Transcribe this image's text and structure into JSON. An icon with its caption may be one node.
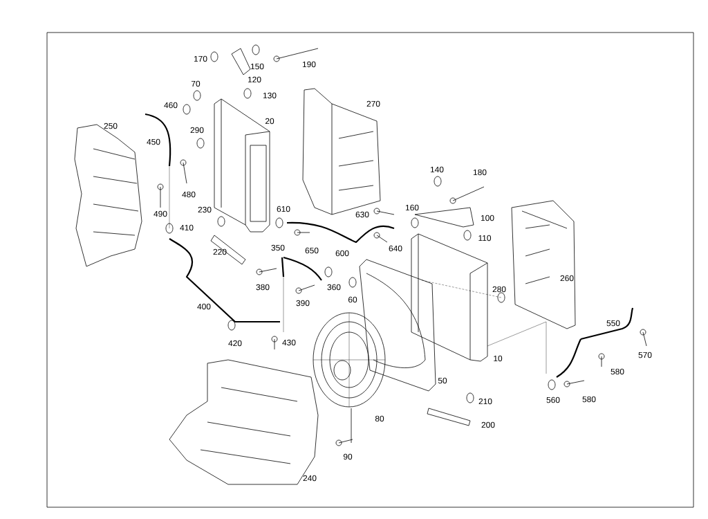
{
  "diagram": {
    "labels": [
      "170",
      "150",
      "190",
      "120",
      "70",
      "130",
      "460",
      "270",
      "20",
      "250",
      "290",
      "450",
      "140",
      "180",
      "480",
      "230",
      "610",
      "630",
      "160",
      "100",
      "490",
      "410",
      "110",
      "650",
      "600",
      "640",
      "220",
      "350",
      "380",
      "360",
      "260",
      "60",
      "390",
      "280",
      "400",
      "550",
      "420",
      "430",
      "570",
      "10",
      "580",
      "50",
      "210",
      "560",
      "580",
      "200",
      "80",
      "90",
      "240"
    ]
  }
}
